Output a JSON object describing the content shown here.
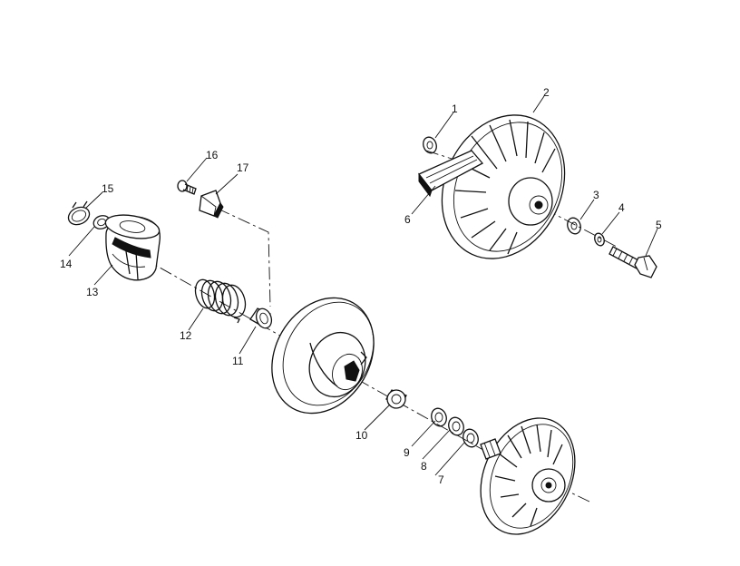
{
  "diagram": {
    "type": "exploded-parts-diagram",
    "callouts": {
      "p1": "1",
      "p2": "2",
      "p3": "3",
      "p4": "4",
      "p5": "5",
      "p6": "6",
      "p7": "7",
      "p8": "8",
      "p9": "9",
      "p10": "10",
      "p11": "11",
      "p12": "12",
      "p13": "13",
      "p14": "14",
      "p15": "15",
      "p16": "16",
      "p17": "17"
    }
  }
}
